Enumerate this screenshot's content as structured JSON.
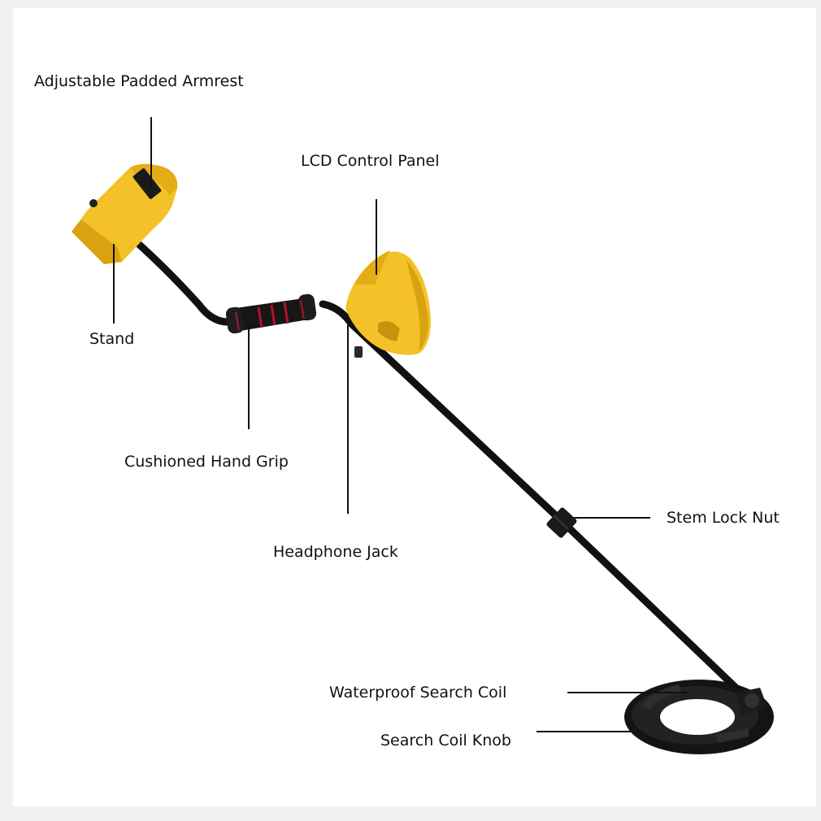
{
  "labels": {
    "armrest": "Adjustable Padded Armrest",
    "lcd_panel": "LCD Control Panel",
    "stand": "Stand",
    "hand_grip": "Cushioned Hand Grip",
    "headphone_jack": "Headphone Jack",
    "stem_lock_nut": "Stem Lock Nut",
    "search_coil": "Waterproof Search Coil",
    "coil_knob": "Search Coil Knob"
  },
  "colors": {
    "housing": "#f5c129",
    "housing_shade": "#d9a210",
    "shaft": "#111111",
    "grip_accent": "#b3122a",
    "leader_line": "#111111"
  }
}
